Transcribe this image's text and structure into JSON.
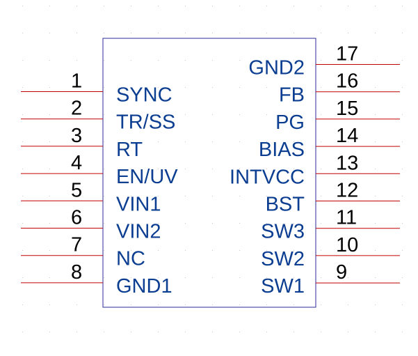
{
  "symbol": {
    "left_pins": [
      {
        "number": "1",
        "name": "SYNC"
      },
      {
        "number": "2",
        "name": "TR/SS"
      },
      {
        "number": "3",
        "name": "RT"
      },
      {
        "number": "4",
        "name": "EN/UV"
      },
      {
        "number": "5",
        "name": "VIN1"
      },
      {
        "number": "6",
        "name": "VIN2"
      },
      {
        "number": "7",
        "name": "NC"
      },
      {
        "number": "8",
        "name": "GND1"
      }
    ],
    "right_pins": [
      {
        "number": "17",
        "name": "GND2"
      },
      {
        "number": "16",
        "name": "FB"
      },
      {
        "number": "15",
        "name": "PG"
      },
      {
        "number": "14",
        "name": "BIAS"
      },
      {
        "number": "13",
        "name": "INTVCC"
      },
      {
        "number": "12",
        "name": "BST"
      },
      {
        "number": "11",
        "name": "SW3"
      },
      {
        "number": "10",
        "name": "SW2"
      },
      {
        "number": "9",
        "name": "SW1"
      }
    ]
  },
  "colors": {
    "pin_line": "#c00000",
    "body_outline": "#2b2b9a",
    "pin_name": "#0b3d91",
    "pin_number": "#000000"
  }
}
